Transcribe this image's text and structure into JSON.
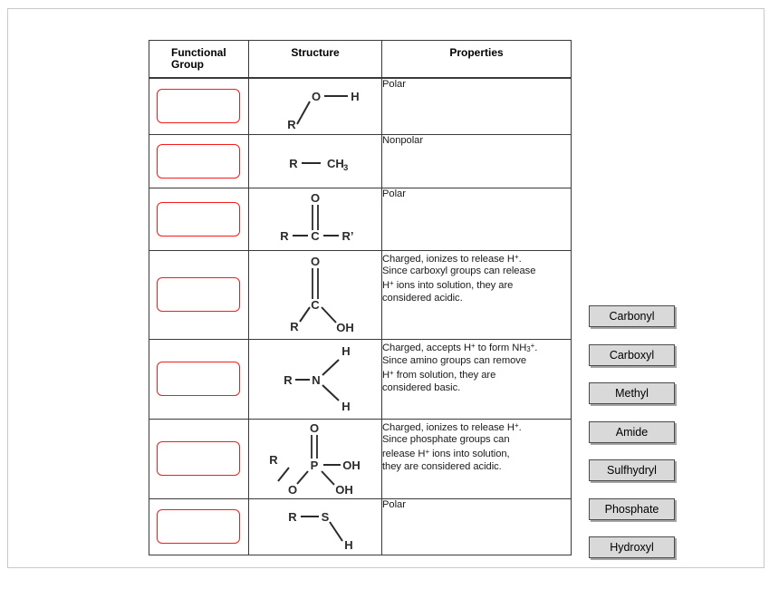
{
  "page": {
    "title": "Functional Groups Drag-and-Drop Worksheet",
    "accent_red": "#f41c1c",
    "label_fill": "#d9d9d9",
    "border_dark": "#3a3a3a"
  },
  "table": {
    "headers": {
      "functional_group": "Functional\nGroup",
      "structure": "Structure",
      "properties": "Properties"
    },
    "rows": [
      {
        "answer_value": "",
        "structure_name": "hydroxyl-structure",
        "structure_formula": "R-O-H",
        "atoms": [
          "O",
          "H",
          "R"
        ],
        "properties": "Polar"
      },
      {
        "answer_value": "",
        "structure_name": "methyl-structure",
        "structure_formula": "R-CH3",
        "atoms": [
          "R",
          "CH",
          "3"
        ],
        "properties": "Nonpolar"
      },
      {
        "answer_value": "",
        "structure_name": "carbonyl-structure",
        "structure_formula": "R-C(=O)-R'",
        "atoms": [
          "O",
          "R",
          "C",
          "R'"
        ],
        "properties": "Polar"
      },
      {
        "answer_value": "",
        "structure_name": "carboxyl-structure",
        "structure_formula": "R-C(=O)-OH",
        "atoms": [
          "O",
          "C",
          "R",
          "OH"
        ],
        "properties": "Charged, ionizes to release H+.\nSince carboxyl groups can release\nH+ ions into solution, they are\nconsidered acidic."
      },
      {
        "answer_value": "",
        "structure_name": "amino-structure",
        "structure_formula": "R-NH2",
        "atoms": [
          "H",
          "R",
          "N",
          "H"
        ],
        "properties": "Charged, accepts H+ to form NH3+.\nSince amino groups can remove\nH+ from solution, they are\nconsidered basic."
      },
      {
        "answer_value": "",
        "structure_name": "phosphate-structure",
        "structure_formula": "R-O-P(=O)(OH)OH",
        "atoms": [
          "O",
          "R",
          "P",
          "OH",
          "O",
          "OH"
        ],
        "properties": "Charged, ionizes to release H+.\nSince phosphate groups can\nrelease H+ ions into solution,\nthey are considered acidic."
      },
      {
        "answer_value": "",
        "structure_name": "sulfhydryl-structure",
        "structure_formula": "R-S-H",
        "atoms": [
          "R",
          "S",
          "H"
        ],
        "properties": "Polar"
      }
    ]
  },
  "drag_labels": [
    {
      "id": "carbonyl",
      "label": "Carbonyl"
    },
    {
      "id": "carboxyl",
      "label": "Carboxyl"
    },
    {
      "id": "methyl",
      "label": "Methyl"
    },
    {
      "id": "amide",
      "label": "Amide"
    },
    {
      "id": "sulfhydryl",
      "label": "Sulfhydryl"
    },
    {
      "id": "phosphate",
      "label": "Phosphate"
    },
    {
      "id": "hydroxyl",
      "label": "Hydroxyl"
    }
  ]
}
